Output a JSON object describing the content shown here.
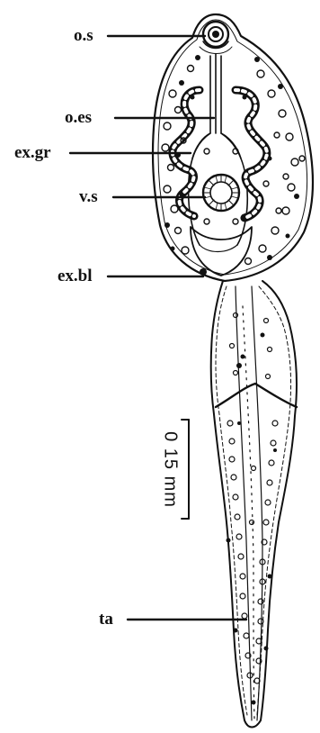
{
  "figure": {
    "labels": {
      "oral_sucker": "o.s",
      "oesophagus": "o.es",
      "excretory_granules": "ex.gr",
      "ventral_sucker": "v.s",
      "excretory_bladder": "ex.bl",
      "tail": "ta"
    },
    "scale_bar": {
      "text": "0 15 mm"
    },
    "colors": {
      "ink": "#111111",
      "paper": "#ffffff"
    }
  }
}
